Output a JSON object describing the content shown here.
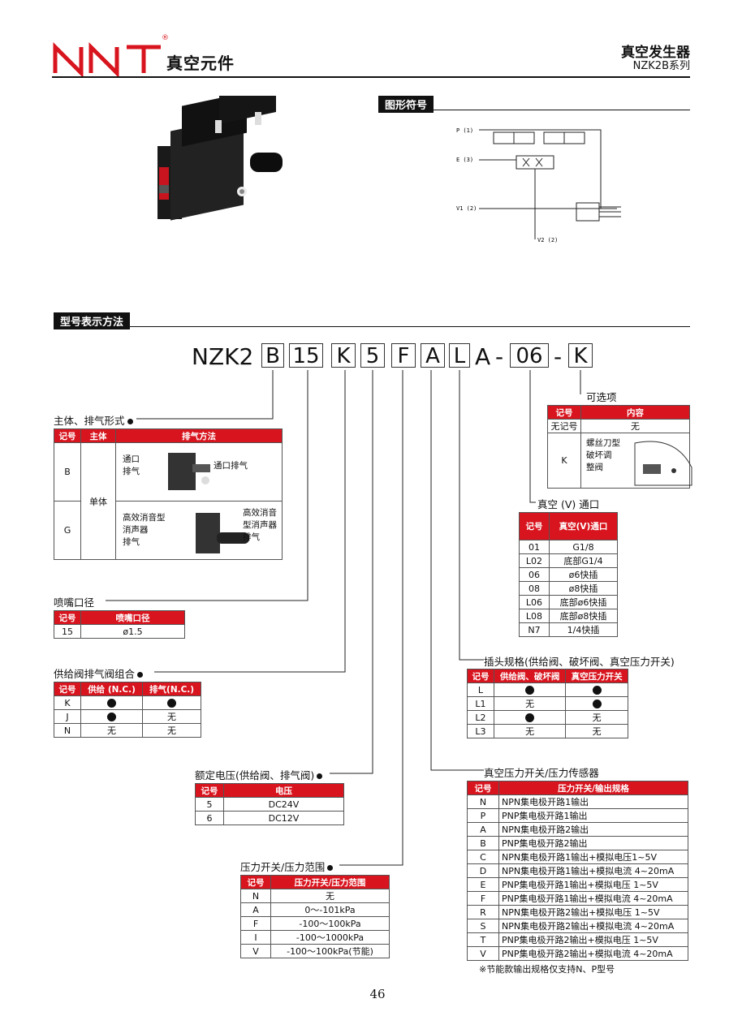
{
  "header": {
    "brand": "NNT",
    "registered": "®",
    "category": "真空元件",
    "product_title": "真空发生器",
    "series": "NZK2B系列"
  },
  "sections": {
    "symbol": "图形符号",
    "model": "型号表示方法"
  },
  "symbol_ports": {
    "p": "P (1)",
    "e": "E (3)",
    "v1": "V1 (2)",
    "v2": "V2 (2)"
  },
  "model_code": {
    "prefix": "NZK2",
    "b": "B",
    "n15": "15",
    "k": "K",
    "n5": "5",
    "f": "F",
    "a": "A",
    "l": "L",
    "plain_a": "A",
    "dash": "-",
    "n06": "06",
    "k2": "K"
  },
  "body": {
    "label": "主体、排气形式",
    "headers": [
      "记号",
      "主体",
      "排气方法"
    ],
    "body_type": "单体",
    "rows": [
      {
        "code": "B",
        "method": "通口\n排气",
        "callout": "通口排气"
      },
      {
        "code": "G",
        "method": "高效消音型\n消声器\n排气",
        "callout": "高效消音\n型消声器\n排气"
      }
    ]
  },
  "nozzle": {
    "label": "喷嘴口径",
    "headers": [
      "记号",
      "喷嘴口径"
    ],
    "rows": [
      [
        "15",
        "ø1.5"
      ]
    ]
  },
  "valve_combo": {
    "label": "供给阀排气阀组合",
    "headers": [
      "记号",
      "供给 (N.C.)",
      "排气(N.C.)"
    ],
    "rows": [
      [
        "K",
        "●",
        "●"
      ],
      [
        "J",
        "●",
        "无"
      ],
      [
        "N",
        "无",
        "无"
      ]
    ]
  },
  "voltage": {
    "label": "额定电压(供给阀、排气阀)",
    "headers": [
      "记号",
      "电压"
    ],
    "rows": [
      [
        "5",
        "DC24V"
      ],
      [
        "6",
        "DC12V"
      ]
    ]
  },
  "pressure_range": {
    "label": "压力开关/压力范围",
    "headers": [
      "记号",
      "压力开关/压力范围"
    ],
    "rows": [
      [
        "N",
        "无"
      ],
      [
        "A",
        "0～-101kPa"
      ],
      [
        "F",
        "-100～100kPa"
      ],
      [
        "I",
        "-100～1000kPa"
      ],
      [
        "V",
        "-100～100kPa(节能)"
      ]
    ]
  },
  "options": {
    "label": "可选项",
    "headers": [
      "记号",
      "内容"
    ],
    "rows": [
      [
        "无记号",
        "无"
      ],
      [
        "K",
        "螺丝刀型\n破坏调\n整阀"
      ]
    ]
  },
  "vacuum_port": {
    "label": "真空 (V) 通口",
    "headers": [
      "记号",
      "真空(V)通口"
    ],
    "rows": [
      [
        "01",
        "G1/8"
      ],
      [
        "L02",
        "底部G1/4"
      ],
      [
        "06",
        "ø6快插"
      ],
      [
        "08",
        "ø8快插"
      ],
      [
        "L06",
        "底部ø6快插"
      ],
      [
        "L08",
        "底部ø8快插"
      ],
      [
        "N7",
        "1/4快插"
      ]
    ]
  },
  "connector": {
    "label": "插头规格(供给阀、破坏阀、真空压力开关)",
    "headers": [
      "记号",
      "供给阀、破坏阀",
      "真空压力开关"
    ],
    "rows": [
      [
        "L",
        "●",
        "●"
      ],
      [
        "L1",
        "无",
        "●"
      ],
      [
        "L2",
        "●",
        "无"
      ],
      [
        "L3",
        "无",
        "无"
      ]
    ]
  },
  "sensor": {
    "label": "真空压力开关/压力传感器",
    "headers": [
      "记号",
      "压力开关/输出规格"
    ],
    "rows": [
      [
        "N",
        "NPN集电极开路1输出"
      ],
      [
        "P",
        "PNP集电极开路1输出"
      ],
      [
        "A",
        "NPN集电极开路2输出"
      ],
      [
        "B",
        "PNP集电极开路2输出"
      ],
      [
        "C",
        "NPN集电极开路1输出+模拟电压1~5V"
      ],
      [
        "D",
        "NPN集电极开路1输出+模拟电流 4~20mA"
      ],
      [
        "E",
        "PNP集电极开路1输出+模拟电压 1~5V"
      ],
      [
        "F",
        "PNP集电极开路1输出+模拟电流 4~20mA"
      ],
      [
        "R",
        "NPN集电极开路2输出+模拟电压 1~5V"
      ],
      [
        "S",
        "NPN集电极开路2输出+模拟电流 4~20mA"
      ],
      [
        "T",
        "PNP集电极开路2输出+模拟电压 1~5V"
      ],
      [
        "V",
        "PNP集电极开路2输出+模拟电流 4~20mA"
      ]
    ],
    "note": "※节能款输出规格仅支持N、P型号"
  },
  "page_number": "46",
  "colors": {
    "accent": "#d8141e",
    "text": "#111111"
  }
}
